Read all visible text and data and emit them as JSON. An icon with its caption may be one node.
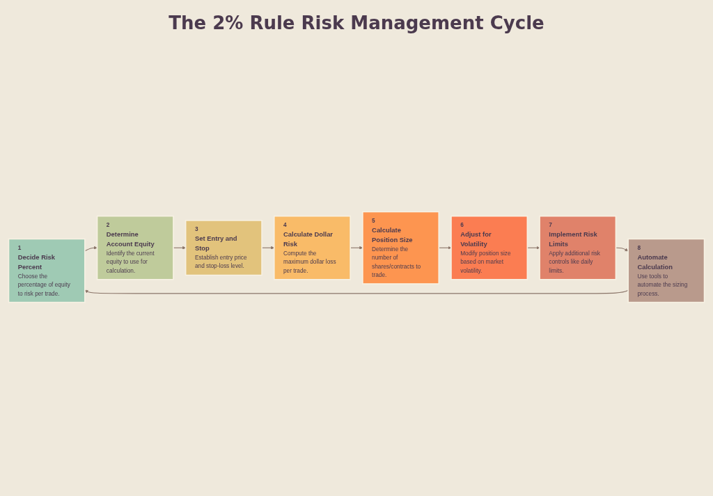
{
  "diagram": {
    "title": "The 2% Rule Risk Management Cycle",
    "nodes": [
      {
        "text": [
          "1",
          "Decide Risk Percent",
          "Choose the percentage of equity to risk per trade."
        ]
      },
      {
        "text": [
          "2",
          "Determine Account Equity",
          "Identify the current equity to use for calculation."
        ]
      },
      {
        "text": [
          "3",
          "Set Entry and Stop",
          "Establish entry price and stop-loss level."
        ]
      },
      {
        "text": [
          "4",
          "Calculate Dollar Risk",
          "Compute the maximum dollar loss per trade."
        ]
      },
      {
        "text": [
          "5",
          "Calculate Position Size",
          "Determine the number of shares/contracts to trade."
        ]
      },
      {
        "text": [
          "6",
          "Adjust for Volatility",
          "Modify position size based on market volatility."
        ]
      },
      {
        "text": [
          "7",
          "Implement Risk Limits",
          "Apply additional risk controls like daily limits."
        ]
      },
      {
        "text": [
          "8",
          "Automate Calculation",
          "Use tools to automate the sizing process."
        ]
      }
    ],
    "edges": [
      {
        "from": 0,
        "to": 1,
        "arrow": "to"
      },
      {
        "from": 1,
        "to": 2,
        "arrow": "to"
      },
      {
        "from": 2,
        "to": 3,
        "arrow": "to"
      },
      {
        "from": 3,
        "to": 4,
        "arrow": "to"
      },
      {
        "from": 4,
        "to": 5,
        "arrow": "to"
      },
      {
        "from": 5,
        "to": 6,
        "arrow": "to"
      },
      {
        "from": 6,
        "to": 7,
        "arrow": "to"
      },
      {
        "from": 7,
        "to": 0,
        "arrow": "to"
      }
    ]
  }
}
